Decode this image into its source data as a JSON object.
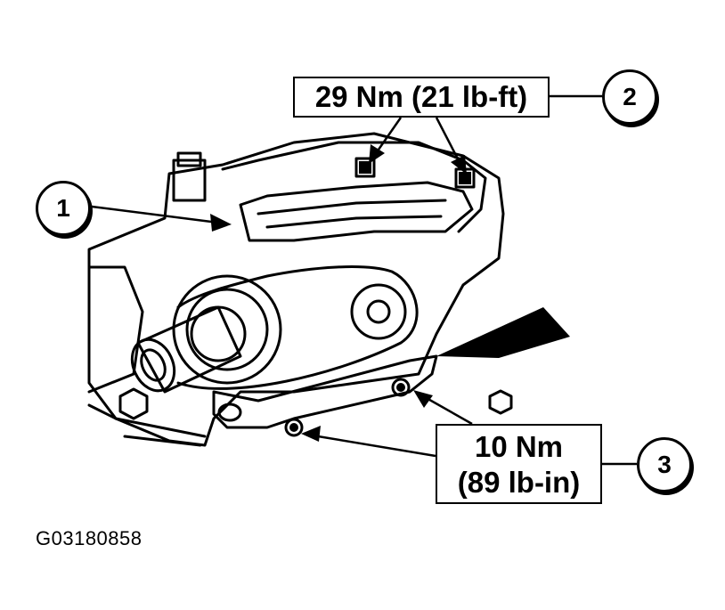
{
  "callouts": {
    "one": "1",
    "two": "2",
    "three": "3"
  },
  "torque": {
    "top": "29 Nm (21 lb-ft)",
    "bottom_line1": "10 Nm",
    "bottom_line2": "(89 lb-in)"
  },
  "figure_id": "G03180858"
}
